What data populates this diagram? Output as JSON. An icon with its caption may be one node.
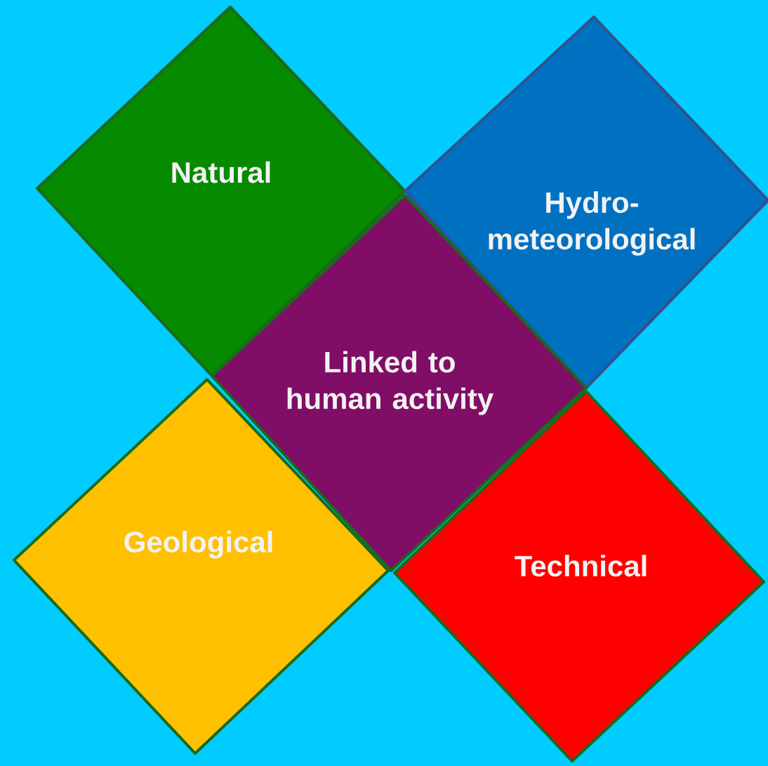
{
  "diagram": {
    "nodes": [
      {
        "text": [
          "Natural"
        ]
      },
      {
        "text": [
          "Hydro- meteorological"
        ]
      },
      {
        "text": [
          "Linked to human activity"
        ]
      },
      {
        "text": [
          "Geological"
        ]
      },
      {
        "text": [
          "Technical"
        ]
      }
    ]
  }
}
